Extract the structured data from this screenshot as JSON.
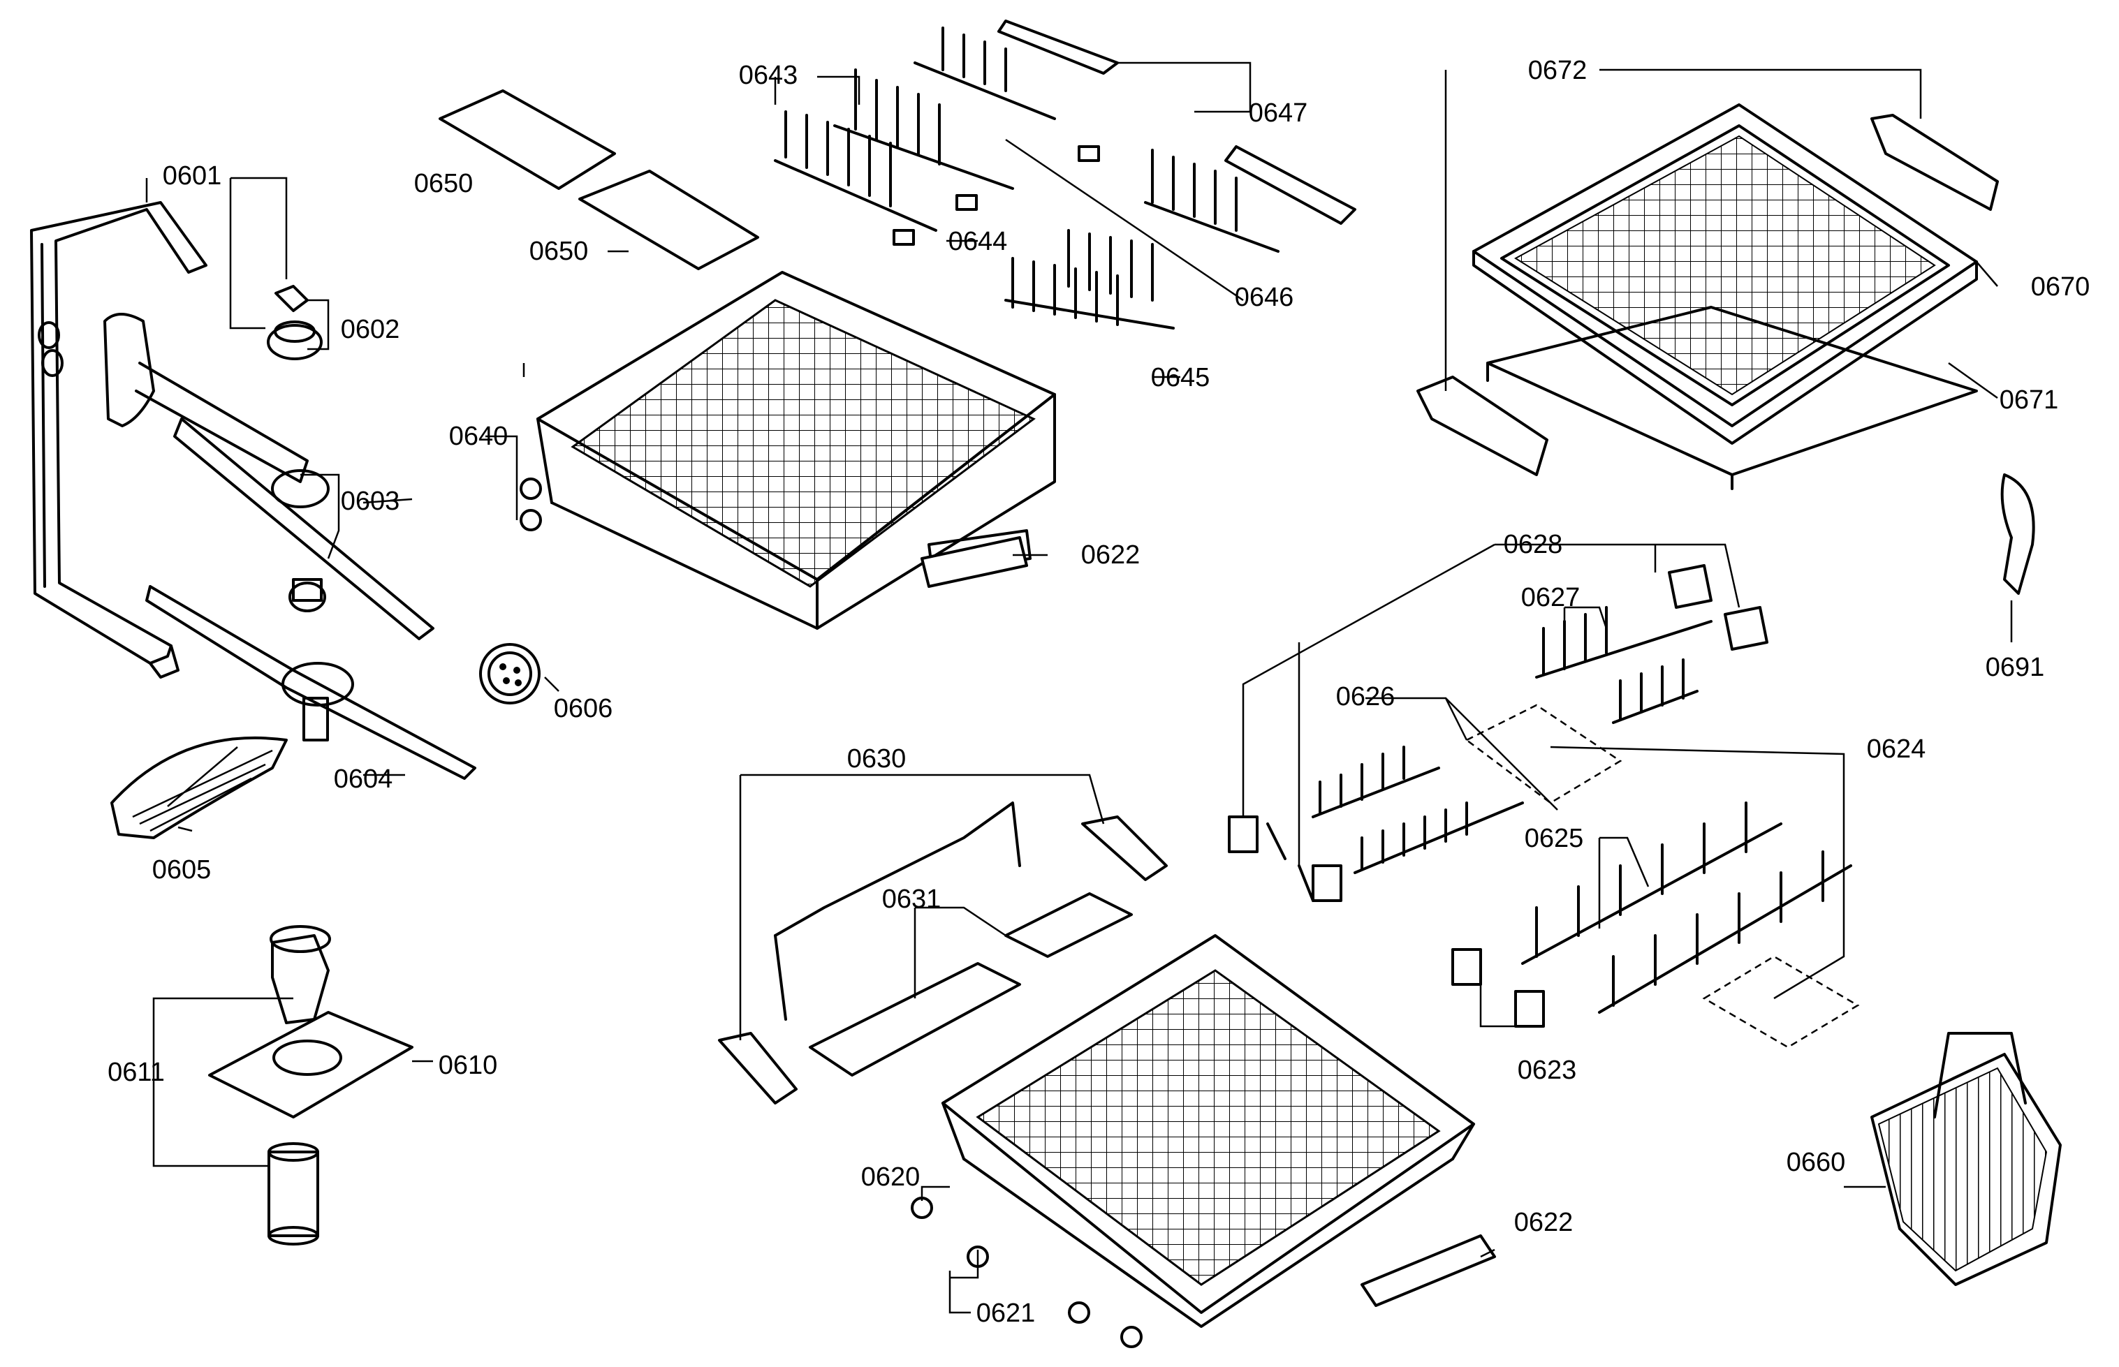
{
  "diagram": {
    "type": "exploded-parts-diagram",
    "parts": {
      "p0601": "0601",
      "p0602": "0602",
      "p0603": "0603",
      "p0604": "0604",
      "p0605": "0605",
      "p0606": "0606",
      "p0610": "0610",
      "p0611": "0611",
      "p0620": "0620",
      "p0621": "0621",
      "p0622a": "0622",
      "p0622b": "0622",
      "p0623": "0623",
      "p0624": "0624",
      "p0625": "0625",
      "p0626": "0626",
      "p0627": "0627",
      "p0628": "0628",
      "p0630": "0630",
      "p0631": "0631",
      "p0640": "0640",
      "p0643": "0643",
      "p0644": "0644",
      "p0645": "0645",
      "p0646": "0646",
      "p0647": "0647",
      "p0650a": "0650",
      "p0650b": "0650",
      "p0660": "0660",
      "p0670": "0670",
      "p0671": "0671",
      "p0672": "0672",
      "p0691": "0691"
    }
  }
}
